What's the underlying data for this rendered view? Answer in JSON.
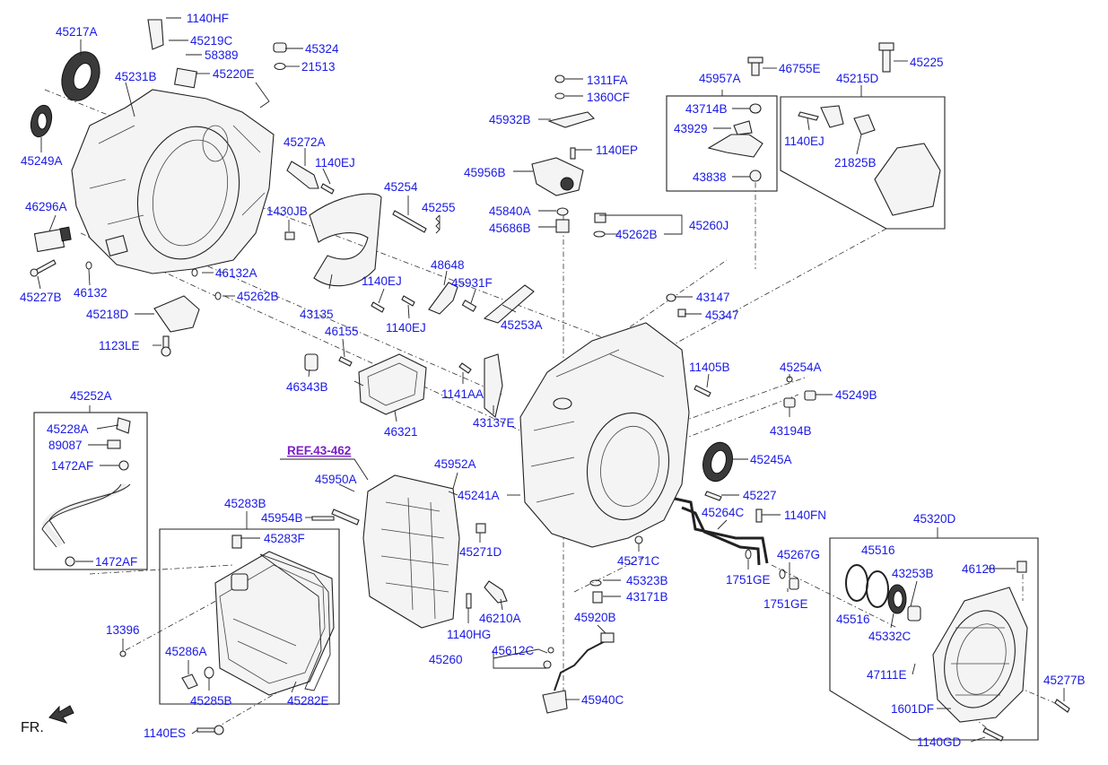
{
  "diagram": {
    "ref_label": "REF.43-462",
    "front_marker": "FR.",
    "parts": [
      {
        "id": "45217A"
      },
      {
        "id": "45231B"
      },
      {
        "id": "45249A"
      },
      {
        "id": "46296A"
      },
      {
        "id": "45227B"
      },
      {
        "id": "46132"
      },
      {
        "id": "46132A"
      },
      {
        "id": "45262B_a"
      },
      {
        "id": "45218D"
      },
      {
        "id": "1123LE"
      },
      {
        "id": "1140HF"
      },
      {
        "id": "45219C"
      },
      {
        "id": "58389"
      },
      {
        "id": "45220E"
      },
      {
        "id": "45324"
      },
      {
        "id": "21513"
      },
      {
        "id": "45272A"
      },
      {
        "id": "1140EJ_a"
      },
      {
        "id": "1430JB"
      },
      {
        "id": "45254"
      },
      {
        "id": "45255"
      },
      {
        "id": "48648"
      },
      {
        "id": "45931F"
      },
      {
        "id": "43135"
      },
      {
        "id": "1140EJ_b"
      },
      {
        "id": "1140EJ_c"
      },
      {
        "id": "45253A"
      },
      {
        "id": "46155"
      },
      {
        "id": "46343B"
      },
      {
        "id": "46321"
      },
      {
        "id": "1141AA"
      },
      {
        "id": "43137E"
      },
      {
        "id": "1311FA"
      },
      {
        "id": "1360CF"
      },
      {
        "id": "45932B"
      },
      {
        "id": "1140EP"
      },
      {
        "id": "45956B"
      },
      {
        "id": "45840A"
      },
      {
        "id": "45686B"
      },
      {
        "id": "45262B_b"
      },
      {
        "id": "45260J"
      },
      {
        "id": "45957A"
      },
      {
        "id": "43714B"
      },
      {
        "id": "43929"
      },
      {
        "id": "43838"
      },
      {
        "id": "46755E"
      },
      {
        "id": "45225"
      },
      {
        "id": "45215D"
      },
      {
        "id": "1140EJ_d"
      },
      {
        "id": "21825B"
      },
      {
        "id": "43147"
      },
      {
        "id": "45347"
      },
      {
        "id": "11405B"
      },
      {
        "id": "45254A"
      },
      {
        "id": "45249B"
      },
      {
        "id": "43194B"
      },
      {
        "id": "45245A"
      },
      {
        "id": "45227"
      },
      {
        "id": "45264C"
      },
      {
        "id": "1140FN"
      },
      {
        "id": "45267G"
      },
      {
        "id": "1751GE_a"
      },
      {
        "id": "1751GE_b"
      },
      {
        "id": "45252A"
      },
      {
        "id": "45228A"
      },
      {
        "id": "89087"
      },
      {
        "id": "1472AF_a"
      },
      {
        "id": "1472AF_b"
      },
      {
        "id": "45952A"
      },
      {
        "id": "45241A"
      },
      {
        "id": "45950A"
      },
      {
        "id": "45954B"
      },
      {
        "id": "45271D"
      },
      {
        "id": "45271C"
      },
      {
        "id": "45323B"
      },
      {
        "id": "43171B"
      },
      {
        "id": "46210A"
      },
      {
        "id": "1140HG"
      },
      {
        "id": "45920B"
      },
      {
        "id": "45612C"
      },
      {
        "id": "45260"
      },
      {
        "id": "45940C"
      },
      {
        "id": "45283B"
      },
      {
        "id": "45283F"
      },
      {
        "id": "13396"
      },
      {
        "id": "45286A"
      },
      {
        "id": "45285B"
      },
      {
        "id": "45282E"
      },
      {
        "id": "1140ES"
      },
      {
        "id": "45320D"
      },
      {
        "id": "45516_a"
      },
      {
        "id": "45516_b"
      },
      {
        "id": "43253B"
      },
      {
        "id": "46128"
      },
      {
        "id": "45332C"
      },
      {
        "id": "47111E"
      },
      {
        "id": "1601DF"
      },
      {
        "id": "45277B"
      },
      {
        "id": "1140GD"
      }
    ],
    "labels": {
      "45217A": "45217A",
      "45231B": "45231B",
      "45249A": "45249A",
      "46296A": "46296A",
      "45227B": "45227B",
      "46132": "46132",
      "46132A": "46132A",
      "45262B_a": "45262B",
      "45218D": "45218D",
      "1123LE": "1123LE",
      "1140HF": "1140HF",
      "45219C": "45219C",
      "58389": "58389",
      "45220E": "45220E",
      "45324": "45324",
      "21513": "21513",
      "45272A": "45272A",
      "1140EJ_a": "1140EJ",
      "1430JB": "1430JB",
      "45254": "45254",
      "45255": "45255",
      "48648": "48648",
      "45931F": "45931F",
      "43135": "43135",
      "1140EJ_b": "1140EJ",
      "1140EJ_c": "1140EJ",
      "45253A": "45253A",
      "46155": "46155",
      "46343B": "46343B",
      "46321": "46321",
      "1141AA": "1141AA",
      "43137E": "43137E",
      "1311FA": "1311FA",
      "1360CF": "1360CF",
      "45932B": "45932B",
      "1140EP": "1140EP",
      "45956B": "45956B",
      "45840A": "45840A",
      "45686B": "45686B",
      "45262B_b": "45262B",
      "45260J": "45260J",
      "45957A": "45957A",
      "43714B": "43714B",
      "43929": "43929",
      "43838": "43838",
      "46755E": "46755E",
      "45225": "45225",
      "45215D": "45215D",
      "1140EJ_d": "1140EJ",
      "21825B": "21825B",
      "43147": "43147",
      "45347": "45347",
      "11405B": "11405B",
      "45254A": "45254A",
      "45249B": "45249B",
      "43194B": "43194B",
      "45245A": "45245A",
      "45227": "45227",
      "45264C": "45264C",
      "1140FN": "1140FN",
      "45267G": "45267G",
      "1751GE_a": "1751GE",
      "1751GE_b": "1751GE",
      "45252A": "45252A",
      "45228A": "45228A",
      "89087": "89087",
      "1472AF_a": "1472AF",
      "1472AF_b": "1472AF",
      "45952A": "45952A",
      "45241A": "45241A",
      "45950A": "45950A",
      "45954B": "45954B",
      "45271D": "45271D",
      "45271C": "45271C",
      "45323B": "45323B",
      "43171B": "43171B",
      "46210A": "46210A",
      "1140HG": "1140HG",
      "45920B": "45920B",
      "45612C": "45612C",
      "45260": "45260",
      "45940C": "45940C",
      "45283B": "45283B",
      "45283F": "45283F",
      "13396": "13396",
      "45286A": "45286A",
      "45285B": "45285B",
      "45282E": "45282E",
      "1140ES": "1140ES",
      "45320D": "45320D",
      "45516_a": "45516",
      "45516_b": "45516",
      "43253B": "43253B",
      "46128": "46128",
      "45332C": "45332C",
      "47111E": "47111E",
      "1601DF": "1601DF",
      "45277B": "45277B",
      "1140GD": "1140GD"
    },
    "colors": {
      "label": "#1a1ae6",
      "ref": "#7b1fc7",
      "line": "#222222"
    }
  }
}
